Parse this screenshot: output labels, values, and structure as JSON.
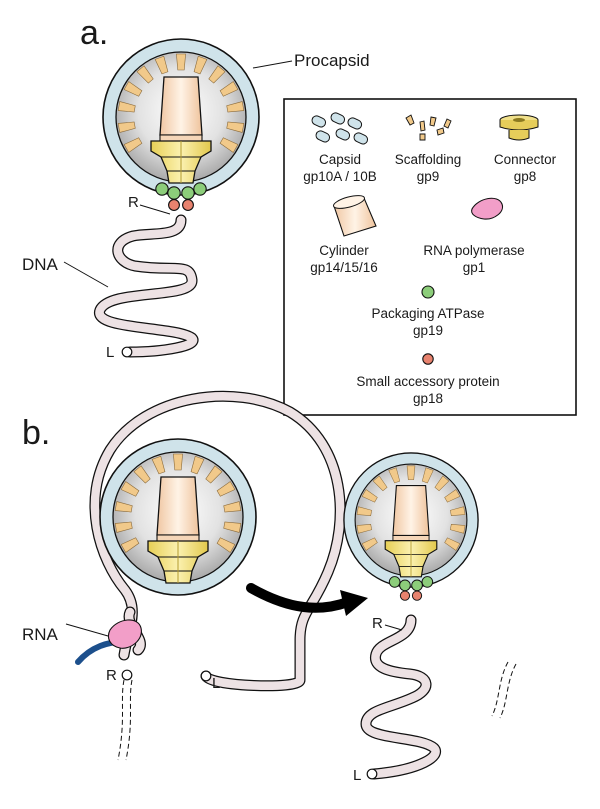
{
  "panels": {
    "a": "a.",
    "b": "b."
  },
  "labels": {
    "procapsid": "Procapsid",
    "dna": "DNA",
    "rna": "RNA",
    "r_end": "R",
    "l_end": "L"
  },
  "legend": {
    "capsid": {
      "name": "Capsid",
      "gene": "gp10A / 10B"
    },
    "scaffolding": {
      "name": "Scaffolding",
      "gene": "gp9"
    },
    "connector": {
      "name": "Connector",
      "gene": "gp8"
    },
    "cylinder": {
      "name": "Cylinder",
      "gene": "gp14/15/16"
    },
    "rna_polymerase": {
      "name": "RNA polymerase",
      "gene": "gp1"
    },
    "packaging_atpase": {
      "name": "Packaging ATPase",
      "gene": "gp19"
    },
    "small_accessory": {
      "name": "Small accessory protein",
      "gene": "gp18"
    }
  },
  "colors": {
    "capsid_shell": "#cfe3ea",
    "scaffolding": "#f1c98a",
    "connector": "#f0e08a",
    "cylinder": "#f5d6b8",
    "rna_polymerase": "#f29ec8",
    "atpase": "#8ccd7a",
    "accessory": "#e8826e",
    "rna": "#1c4f8c",
    "dna_tube": "#ede2e4"
  }
}
